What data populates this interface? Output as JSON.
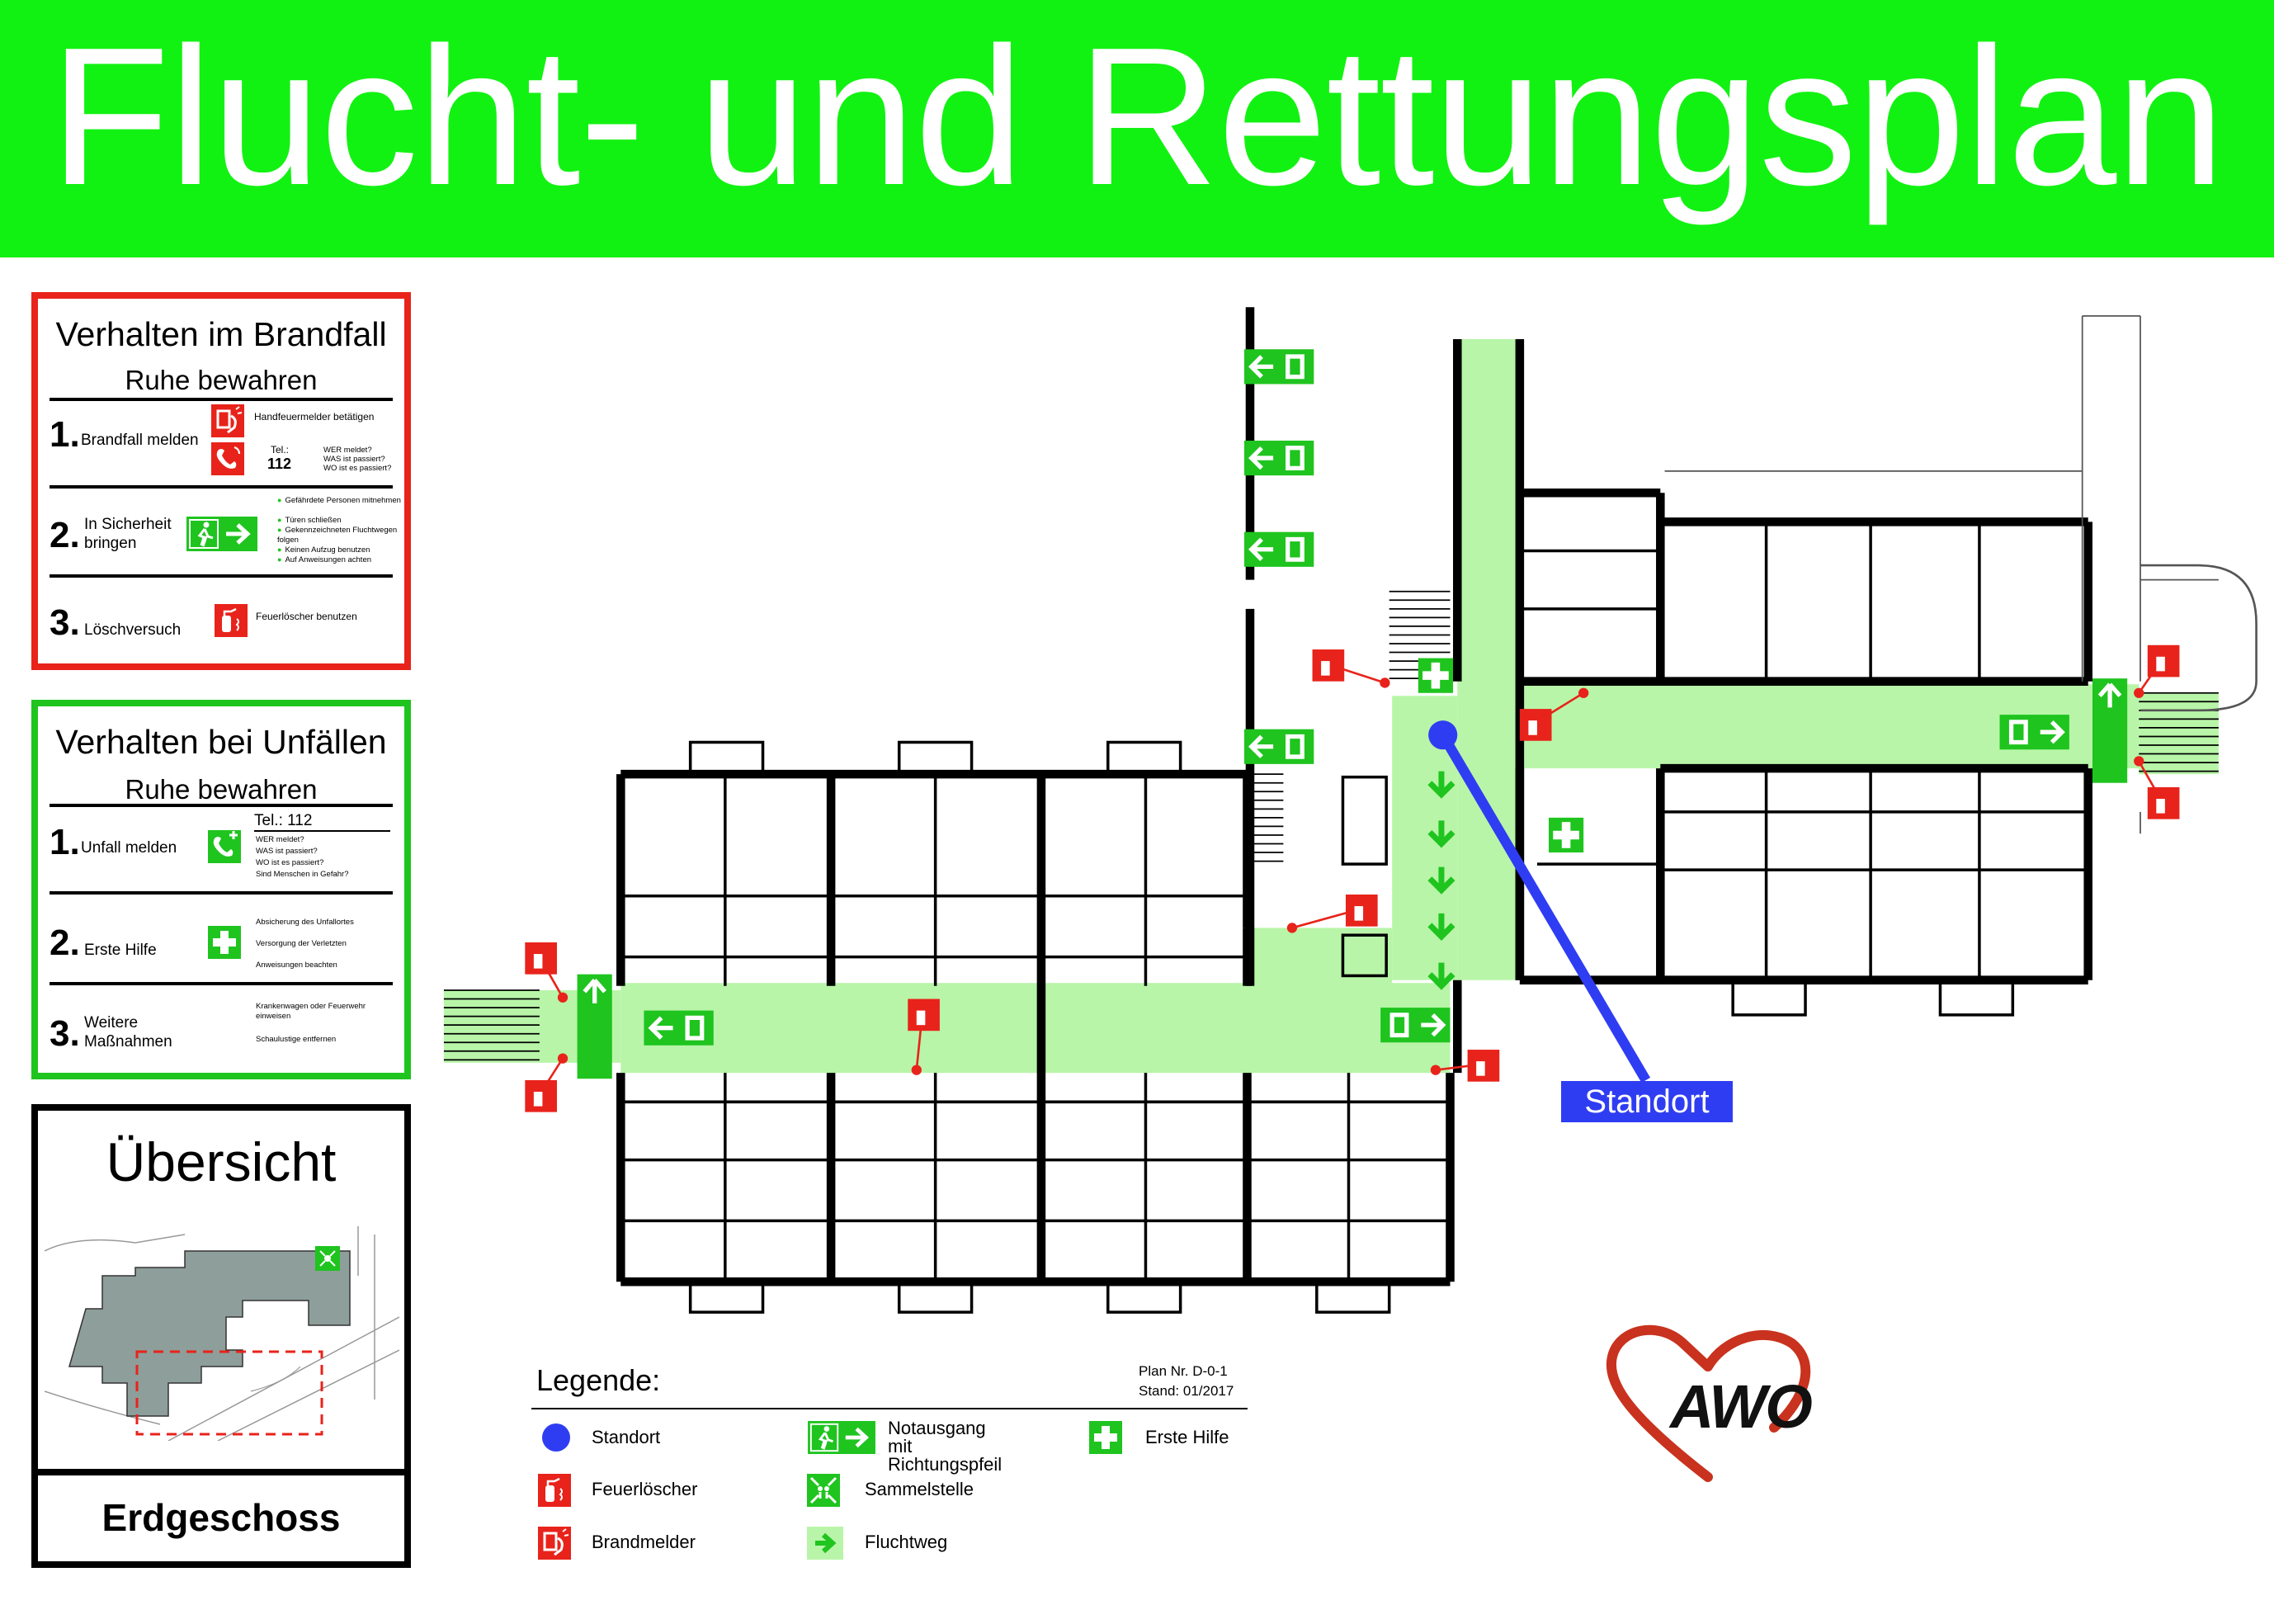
{
  "title": "Flucht- und Rettungsplan",
  "fire_panel": {
    "heading": "Verhalten im Brandfall",
    "calm": "Ruhe bewahren",
    "step1_num": "1.",
    "step1_label": "Brandfall melden",
    "step1_detail": "Handfeuermelder betätigen",
    "step1_tel": "Tel.:",
    "step1_number": "112",
    "step1_questions": [
      "WER meldet?",
      "WAS ist passiert?",
      "WO ist es passiert?"
    ],
    "step2_num": "2.",
    "step2_label": "In Sicherheit bringen",
    "step2_points": [
      "Gefährdete Personen mitnehmen",
      "Türen schließen",
      "Gekennzeichneten Fluchtwegen folgen",
      "Keinen Aufzug benutzen",
      "Auf Anweisungen achten"
    ],
    "step3_num": "3.",
    "step3_label": "Löschversuch",
    "step3_detail": "Feuerlöscher benutzen"
  },
  "accident_panel": {
    "heading": "Verhalten bei Unfällen",
    "calm": "Ruhe bewahren",
    "step1_num": "1.",
    "step1_label": "Unfall melden",
    "step1_tel": "Tel.: 112",
    "step1_questions": [
      "WER meldet?",
      "WAS ist passiert?",
      "WO ist es passiert?",
      "Sind Menschen in Gefahr?"
    ],
    "step2_num": "2.",
    "step2_label": "Erste Hilfe",
    "step2_points": [
      "Absicherung des Unfallortes",
      "Versorgung der Verletzten",
      "Anweisungen beachten"
    ],
    "step3_num": "3.",
    "step3_label": "Weitere Maßnahmen",
    "step3_points": [
      "Krankenwagen oder Feuerwehr einweisen",
      "Schaulustige entfernen"
    ]
  },
  "overview": {
    "heading": "Übersicht",
    "floor": "Erdgeschoss"
  },
  "standort_label": "Standort",
  "legend": {
    "heading": "Legende:",
    "plan_nr": "Plan Nr. D-0-1",
    "stand": "Stand: 01/2017",
    "items": [
      {
        "icon": "standort-dot-icon",
        "label": "Standort"
      },
      {
        "icon": "fire-extinguisher-icon",
        "label": "Feuerlöscher"
      },
      {
        "icon": "fire-alarm-icon",
        "label": "Brandmelder"
      },
      {
        "icon": "emergency-exit-arrow-icon",
        "label": "Notausgang mit Richtungspfeil"
      },
      {
        "icon": "assembly-point-icon",
        "label": "Sammelstelle"
      },
      {
        "icon": "escape-route-arrow-icon",
        "label": "Fluchtweg"
      },
      {
        "icon": "first-aid-icon",
        "label": "Erste Hilfe"
      }
    ]
  },
  "logo_text": "AWO",
  "colors": {
    "header_green": "#12f212",
    "sign_green": "#1fc41f",
    "route_green": "#b8f5a8",
    "fire_red": "#e8231b",
    "standort_blue": "#2f3df2",
    "logo_red": "#c8321e"
  }
}
